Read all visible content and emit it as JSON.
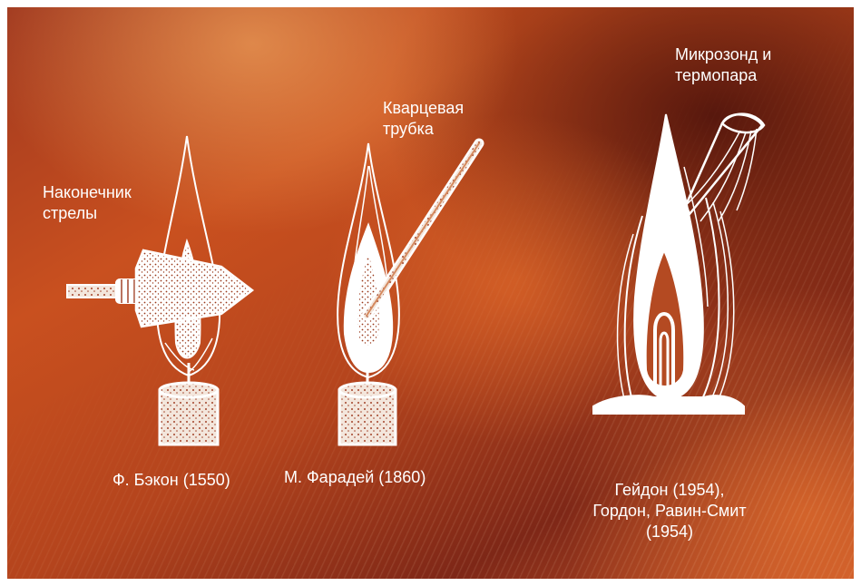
{
  "labels": {
    "arrowhead": [
      "Наконечник",
      "стрелы"
    ],
    "quartz_tube": [
      "Кварцевая",
      "трубка"
    ],
    "microprobe": [
      "Микрозонд и",
      "термопара"
    ],
    "bacon": "Ф. Бэкон (1550)",
    "faraday": "М. Фарадей (1860)",
    "gaydon": [
      "Гейдон (1954),",
      "Гордон, Равин-Смит",
      "(1954)"
    ]
  },
  "colors": {
    "drawing": "#ffffff",
    "background_base": "#b4441d",
    "background_dark": "#5a1a10"
  }
}
